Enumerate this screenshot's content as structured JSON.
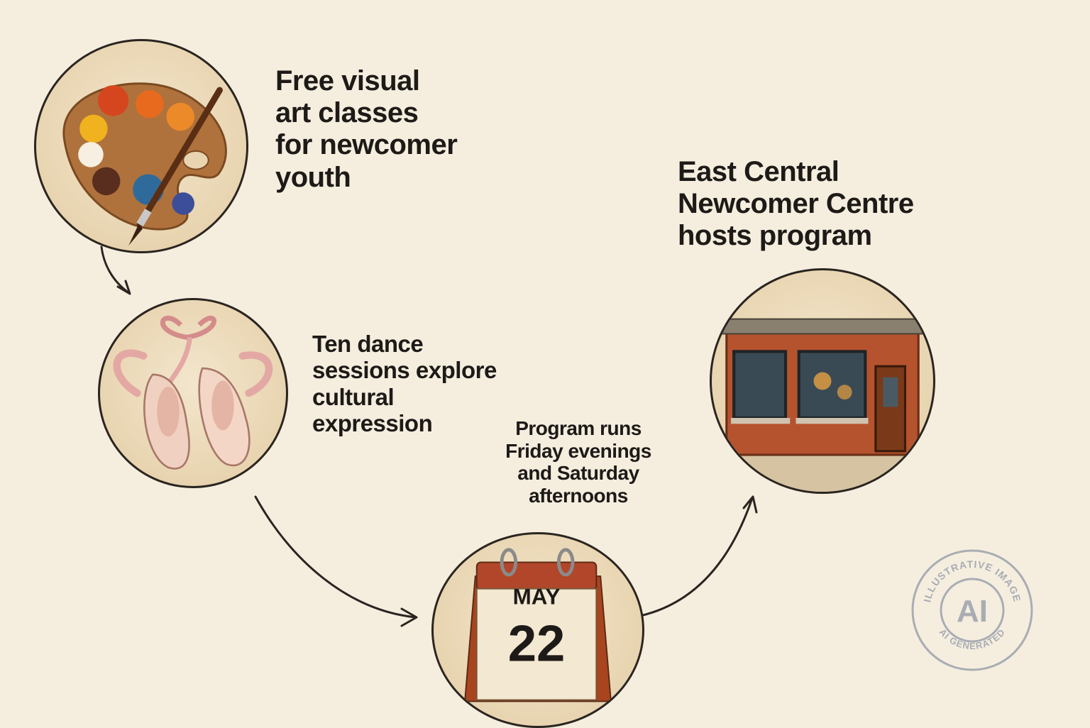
{
  "steps": [
    {
      "icon": "palette-icon",
      "text": "Free visual\nart classes\nfor newcomer\nyouth"
    },
    {
      "icon": "ballet-shoes-icon",
      "text": "Ten dance\nsessions explore\ncultural\nexpression"
    },
    {
      "icon": "calendar-icon",
      "text": "Program runs\nFriday evenings\nand Saturday\nafternoons"
    },
    {
      "icon": "building-icon",
      "text": "East Central\nNewcomer Centre\nhosts program"
    }
  ],
  "calendar": {
    "month": "MAY",
    "day": "22"
  },
  "badge": {
    "top_text": "ILLUSTRATIVE IMAGE",
    "center_text": "AI",
    "bottom_text": "AI GENERATED"
  },
  "colors": {
    "background": "#f5eedf",
    "ink": "#1d1a17",
    "brick": "#b5532e",
    "calendar_red": "#b1462a",
    "badge_gray": "#a9adb3"
  }
}
